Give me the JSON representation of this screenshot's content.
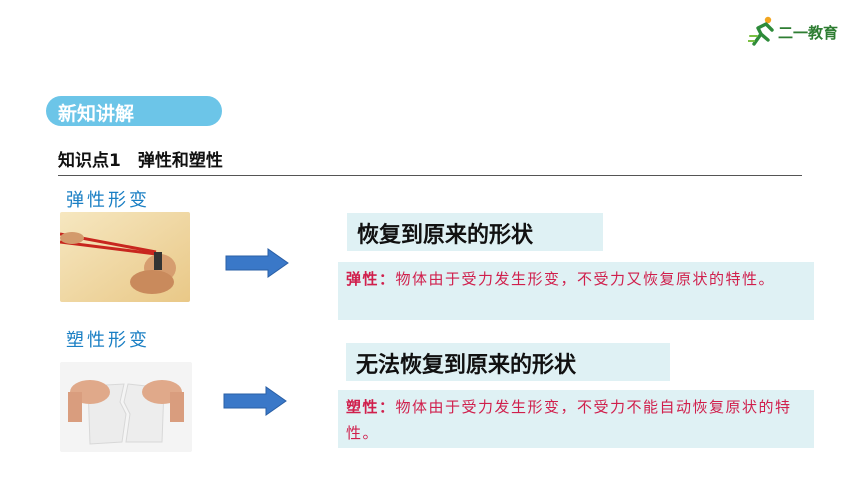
{
  "logo": {
    "text": "二一教育"
  },
  "section_label": "新知讲解",
  "knowledge_point_title": "知识点1　弹性和塑性",
  "elastic": {
    "heading": "弹性形变",
    "answer": "恢复到原来的形状",
    "term": "弹性：",
    "definition": "物体由于受力发生形变，不受力又恢复原状的特性。"
  },
  "plastic": {
    "heading": "塑性形变",
    "answer": "无法恢复到原来的形状",
    "term": "塑性：",
    "definition": "物体由于受力发生形变，不受力不能自动恢复原状的特性。"
  },
  "colors": {
    "pill": "#6cc5e8",
    "heading_blue": "#1a7fc4",
    "arrow_blue": "#3a78c8",
    "definition_red": "#d01f4c",
    "box_bg": "#dff1f4"
  }
}
